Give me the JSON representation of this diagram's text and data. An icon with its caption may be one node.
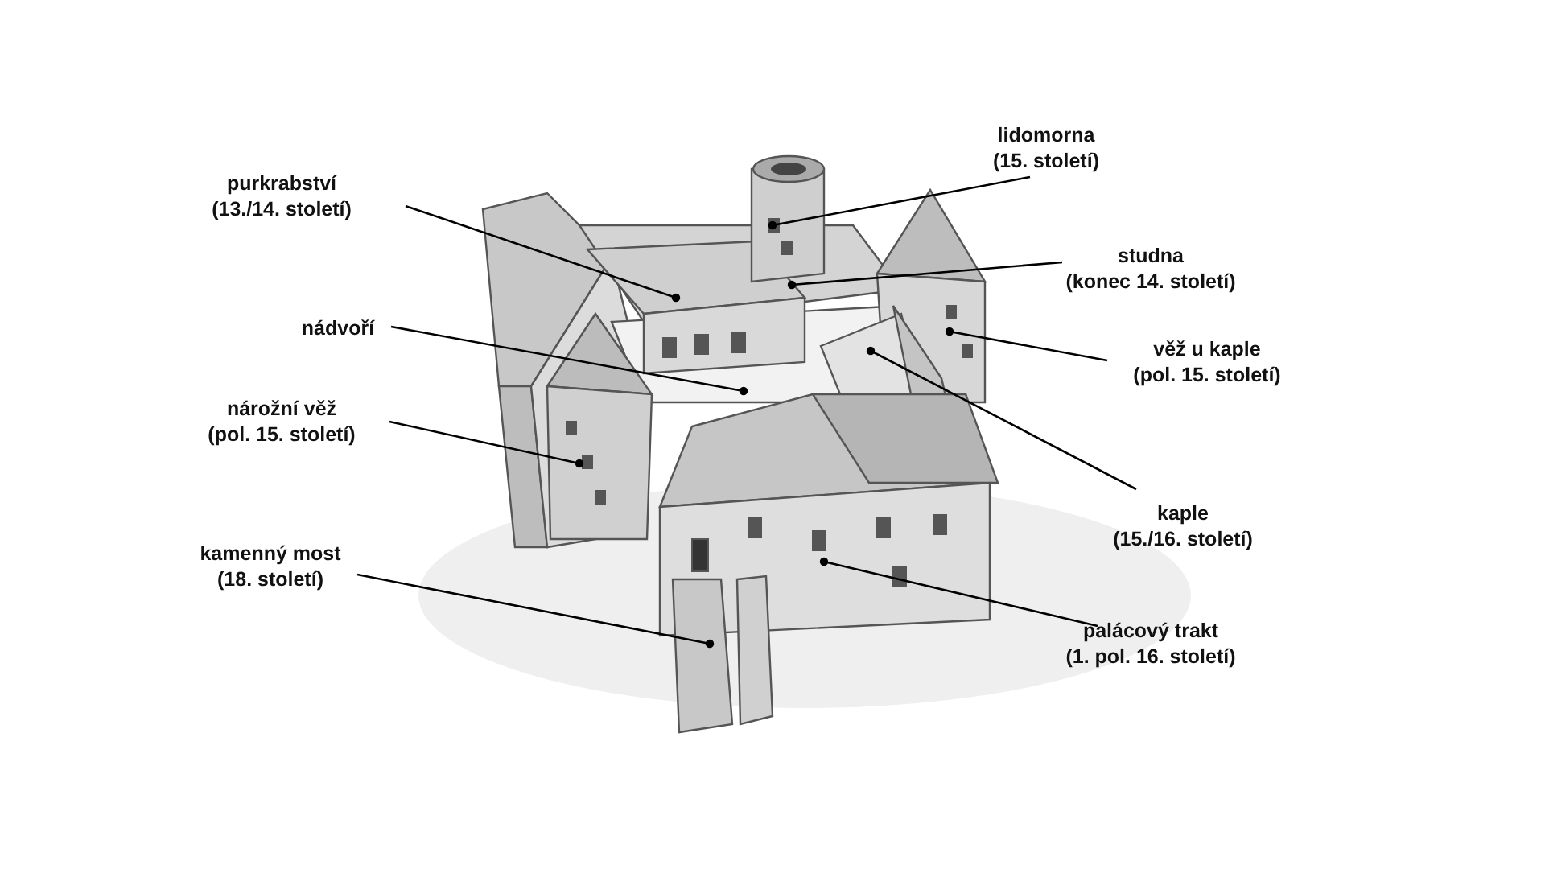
{
  "diagram": {
    "nodes": [
      {
        "text": [
          "lidomorna (15. století)"
        ]
      },
      {
        "text": [
          "purkrabství (13./14. století)"
        ]
      },
      {
        "text": [
          "studna (konec 14. století)"
        ]
      },
      {
        "text": [
          "nádvoří"
        ]
      },
      {
        "text": [
          "věž u kaple (pol. 15. století)"
        ]
      },
      {
        "text": [
          "nárožní věž (pol. 15. století)"
        ]
      },
      {
        "text": [
          "kaple (15./16. století)"
        ]
      },
      {
        "text": [
          "kamenný most (18. století)"
        ]
      },
      {
        "text": [
          "palácový trakt (1. pol. 16. století)"
        ]
      }
    ],
    "edges": [
      {
        "from": 0,
        "to": null,
        "arrow": "other"
      },
      {
        "from": 1,
        "to": null,
        "arrow": "other"
      },
      {
        "from": 2,
        "to": null,
        "arrow": "other"
      },
      {
        "from": 3,
        "to": null,
        "arrow": "other"
      },
      {
        "from": 4,
        "to": null,
        "arrow": "other"
      },
      {
        "from": 5,
        "to": null,
        "arrow": "other"
      },
      {
        "from": 6,
        "to": null,
        "arrow": "other"
      },
      {
        "from": 7,
        "to": null,
        "arrow": "other"
      },
      {
        "from": 8,
        "to": null,
        "arrow": "other"
      }
    ]
  }
}
